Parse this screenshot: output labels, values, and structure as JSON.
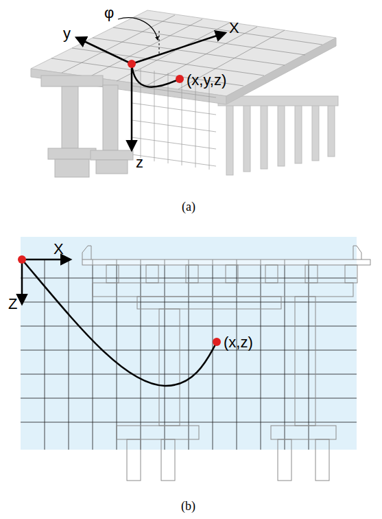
{
  "diagram": {
    "labels": [
      "φ",
      "X",
      "y",
      "z",
      "(x,y,z)",
      "(a)",
      "X",
      "Z",
      "(x,z)",
      "(b)"
    ]
  }
}
